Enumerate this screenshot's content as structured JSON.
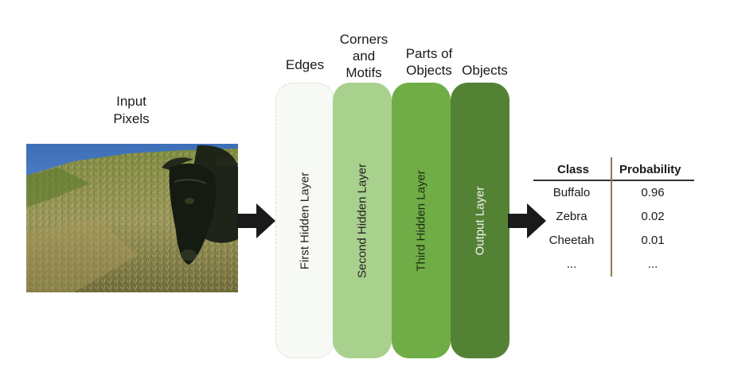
{
  "input": {
    "label_line1": "Input",
    "label_line2": "Pixels",
    "image_subject": "buffalo-photo"
  },
  "layers": [
    {
      "heading": [
        "Edges"
      ],
      "label": "First Hidden Layer",
      "color": "#f7f9f5"
    },
    {
      "heading": [
        "Corners",
        "and",
        "Motifs"
      ],
      "label": "Second Hidden Layer",
      "color": "#a9d18e"
    },
    {
      "heading": [
        "Parts of",
        "Objects"
      ],
      "label": "Third Hidden Layer",
      "color": "#70ad47"
    },
    {
      "heading": [
        "Objects"
      ],
      "label": "Output Layer",
      "color": "#548235"
    }
  ],
  "arrows": {
    "color": "#1a1a1a",
    "icon": "right-arrow-icon"
  },
  "output_table": {
    "headers": [
      "Class",
      "Probability"
    ],
    "rows": [
      [
        "Buffalo",
        "0.96"
      ],
      [
        "Zebra",
        "0.02"
      ],
      [
        "Cheetah",
        "0.01"
      ],
      [
        "...",
        "..."
      ]
    ]
  }
}
